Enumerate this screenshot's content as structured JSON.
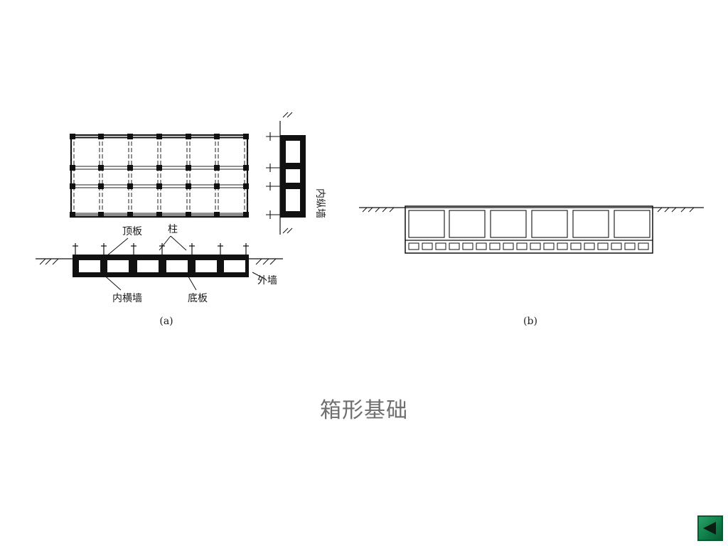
{
  "caption": "箱形基础",
  "figure_a": {
    "label_top_slab": "顶板",
    "label_column": "柱",
    "label_inner_longitudinal_wall": "内纵墙",
    "label_outer_wall": "外墙",
    "label_inner_transverse_wall": "内横墙",
    "label_bottom_slab": "底板",
    "caption": "(a)"
  },
  "figure_b": {
    "caption": "(b)"
  },
  "navigation": {
    "back_icon": "triangle-left-icon",
    "button_color": "#0d7a45"
  }
}
